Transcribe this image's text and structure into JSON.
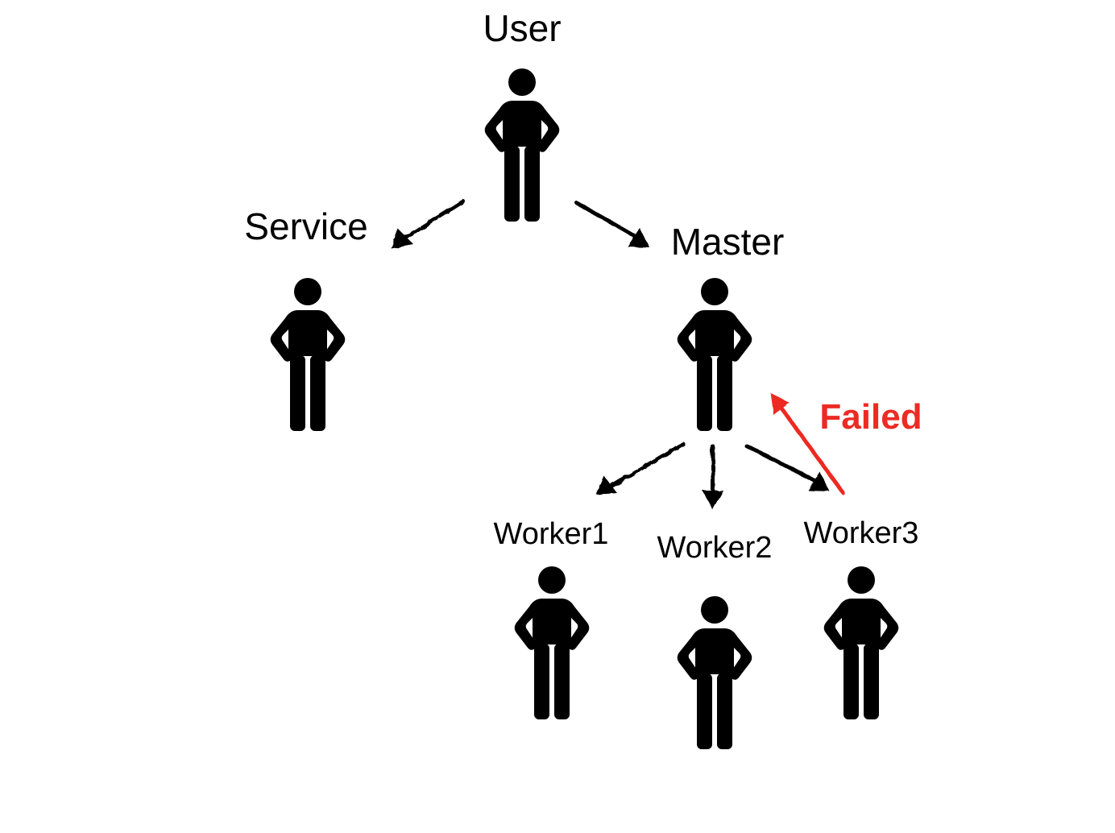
{
  "colors": {
    "ink": "#000000",
    "failed": "#ec2b24",
    "background": "#ffffff"
  },
  "nodes": {
    "user": {
      "label": "User",
      "icon": "person-icon"
    },
    "service": {
      "label": "Service",
      "icon": "person-icon"
    },
    "master": {
      "label": "Master",
      "icon": "person-icon"
    },
    "worker1": {
      "label": "Worker1",
      "icon": "person-icon"
    },
    "worker2": {
      "label": "Worker2",
      "icon": "person-icon"
    },
    "worker3": {
      "label": "Worker3",
      "icon": "person-icon"
    }
  },
  "edges": [
    {
      "from": "User",
      "to": "Service",
      "style": "sketch",
      "status": "normal"
    },
    {
      "from": "User",
      "to": "Master",
      "style": "sketch",
      "status": "normal"
    },
    {
      "from": "Master",
      "to": "Worker1",
      "style": "sketch",
      "status": "normal"
    },
    {
      "from": "Master",
      "to": "Worker2",
      "style": "sketch",
      "status": "normal"
    },
    {
      "from": "Master",
      "to": "Worker3",
      "style": "sketch",
      "status": "normal"
    },
    {
      "from": "Worker3",
      "to": "Master",
      "style": "sketch",
      "status": "failed"
    }
  ],
  "annotations": {
    "failed_label": "Failed"
  }
}
